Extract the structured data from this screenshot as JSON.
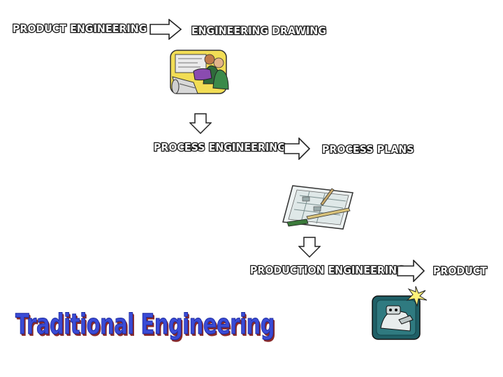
{
  "labels": {
    "product_engineering": "PRODUCT ENGINEERING",
    "engineering_drawing": "ENGINEERING DRAWING",
    "process_engineering": "PROCESS ENGINEERING",
    "process_plans": "PROCESS PLANS",
    "production_engineering": "PRODUCTION ENGINEERING",
    "product": "PRODUCT"
  },
  "title": "Traditional Engineering",
  "colors": {
    "title_fill": "#3a4bd6",
    "title_shadow": "#8a2a2a",
    "label_outline": "#111111"
  },
  "icons": [
    "drafting-people-clipart",
    "process-plan-blueprint-clipart",
    "robot-product-clipart"
  ]
}
